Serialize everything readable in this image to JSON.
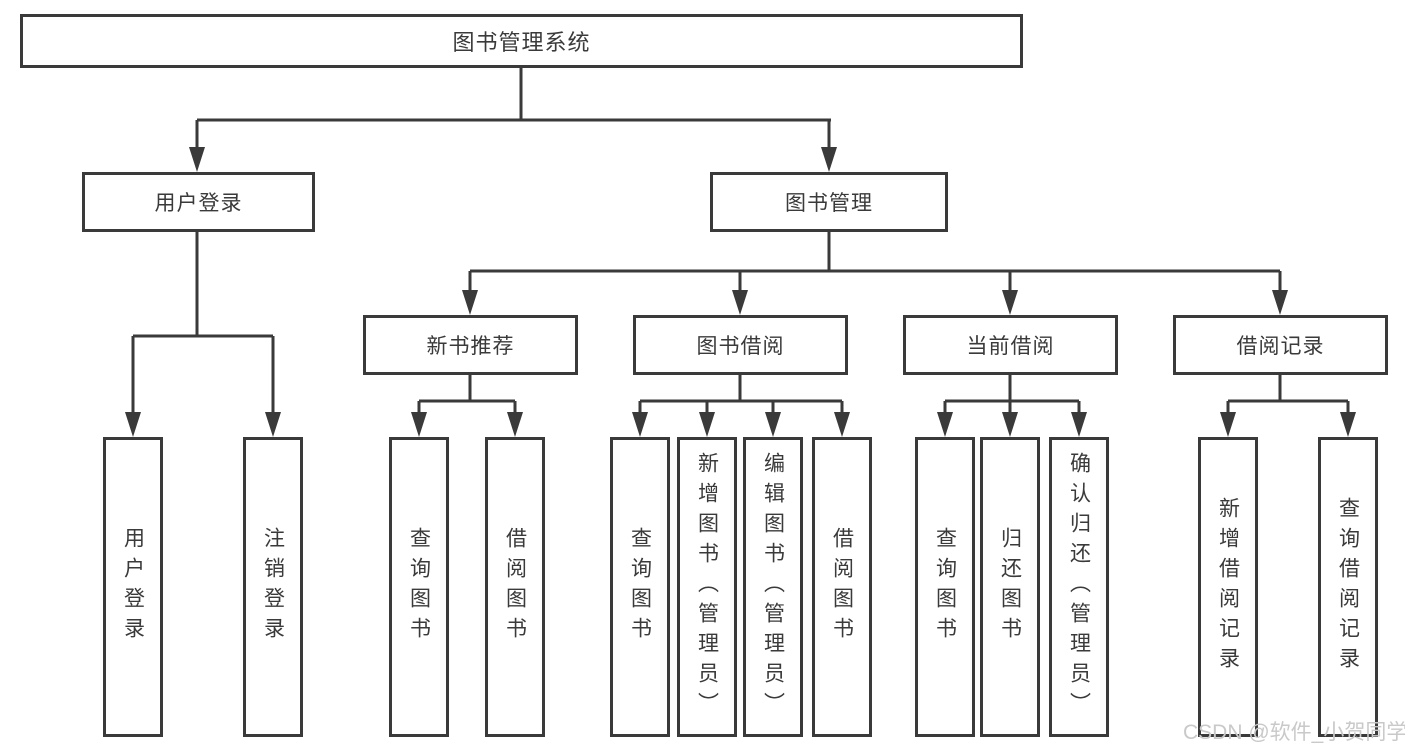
{
  "diagram": {
    "type": "hierarchy-tree",
    "colors": {
      "line": "#3a3a3a",
      "text": "#3a3a3a",
      "box_background": "#ffffff",
      "watermark": "#c9c9c9"
    },
    "tree": {
      "root": {
        "label": "图书管理系统"
      },
      "branches": [
        {
          "label": "用户登录",
          "leaves": [
            "用户登录",
            "注销登录"
          ]
        },
        {
          "label": "图书管理",
          "sections": [
            {
              "label": "新书推荐",
              "leaves": [
                "查询图书",
                "借阅图书"
              ]
            },
            {
              "label": "图书借阅",
              "leaves": [
                "查询图书",
                "新增图书（管理员）",
                "编辑图书（管理员）",
                "借阅图书"
              ]
            },
            {
              "label": "当前借阅",
              "leaves": [
                "查询图书",
                "归还图书",
                "确认归还（管理员）"
              ]
            },
            {
              "label": "借阅记录",
              "leaves": [
                "新增借阅记录",
                "查询借阅记录"
              ]
            }
          ]
        }
      ]
    },
    "watermark": "CSDN @软件_小贺同学"
  }
}
